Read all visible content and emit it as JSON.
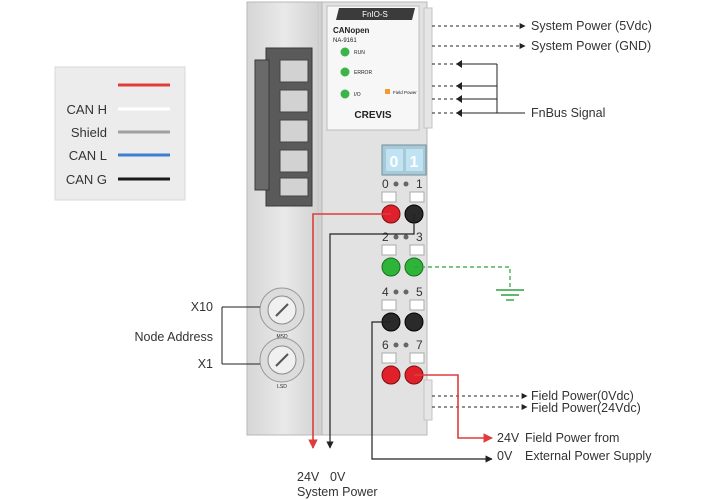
{
  "legend": {
    "items": [
      {
        "label": "",
        "color": "#e03c3c"
      },
      {
        "label": "CAN H",
        "color": "#ffffff"
      },
      {
        "label": "Shield",
        "color": "#a0a0a0"
      },
      {
        "label": "CAN L",
        "color": "#3a7fd0"
      },
      {
        "label": "CAN G",
        "color": "#1a1a1a"
      }
    ]
  },
  "module": {
    "model_tag": "FnIO-S",
    "title": "CANopen",
    "part_number": "NA-9161",
    "leds": [
      "RUN",
      "ERROR",
      "I/O"
    ],
    "field_power_led": "Field Power",
    "brand": "CREVIS",
    "channel_digits": [
      "0",
      "1"
    ],
    "terminal_numbers": [
      "0",
      "1",
      "2",
      "3",
      "4",
      "5",
      "6",
      "7"
    ],
    "rotary_top_label": "MSD",
    "rotary_bottom_label": "LSD"
  },
  "labels": {
    "system_power_5v": "System Power (5Vdc)",
    "system_power_gnd": "System Power (GND)",
    "fnbus_signal": "FnBus Signal",
    "x10": "X10",
    "node_address": "Node Address",
    "x1": "X1",
    "field_power_0v": "Field Power(0Vdc)",
    "field_power_24v": "Field Power(24Vdc)",
    "ext_24v": "24V",
    "ext_24v_text": "Field Power from",
    "ext_0v": "0V",
    "ext_0v_text": "External Power Supply",
    "sys_24v": "24V",
    "sys_0v": "0V",
    "system_power": "System Power"
  },
  "colors": {
    "red_wire": "#e03c3c",
    "black_wire": "#222222",
    "green_dashed": "#2fa13a",
    "led_green": "#3bb54a",
    "field_power_orange": "#f29a2e",
    "channel_blue": "#bfe3f2"
  }
}
